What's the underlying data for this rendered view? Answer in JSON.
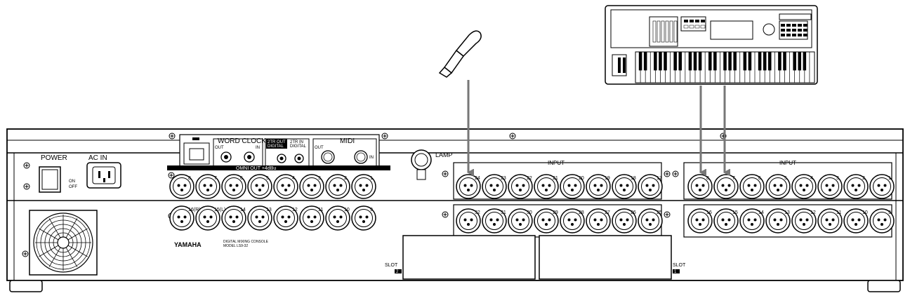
{
  "panel": {
    "power_label": "POWER",
    "power_on": "ON",
    "power_off": "OFF",
    "ac_in_label": "AC IN",
    "word_clock_label": "WORD CLOCK",
    "wc_out": "OUT",
    "wc_in": "IN",
    "two_tr_out_label_1": "2TR OUT",
    "two_tr_out_label_2": "DIGITAL",
    "two_tr_in_label_1": "2TR IN",
    "two_tr_in_label_2": "DIGITAL",
    "midi_label": "MIDI",
    "midi_out": "OUT",
    "midi_in": "IN",
    "lamp_label": "LAMP",
    "omni_out_label": "OMNI OUT +4dBu",
    "input_label": "INPUT",
    "brand": "YAMAHA",
    "model_line_1": "DIGITAL MIXING CONSOLE",
    "model_line_2": "MODEL LS9-32",
    "slot2_label": "SLOT",
    "slot2_num": "2",
    "slot1_label": "SLOT",
    "slot1_num": "1"
  },
  "omni_top": [
    "8",
    "7",
    "6",
    "5",
    "4",
    "3",
    "2",
    "1"
  ],
  "omni_bottom": [
    "16(R)",
    "15(L)",
    "14",
    "13",
    "12",
    "11",
    "10",
    "9"
  ],
  "input_right_top": [
    "8",
    "7",
    "6",
    "5",
    "4",
    "3",
    "2",
    "1"
  ],
  "input_right_bottom": [
    "16",
    "15",
    "14",
    "13",
    "12",
    "11",
    "10",
    "9"
  ],
  "input_mid_top": [
    "24",
    "23",
    "22",
    "21",
    "20",
    "19",
    "18",
    "17"
  ],
  "input_mid_bottom": [
    "32",
    "31",
    "30",
    "29",
    "28",
    "27",
    "26",
    "25"
  ]
}
